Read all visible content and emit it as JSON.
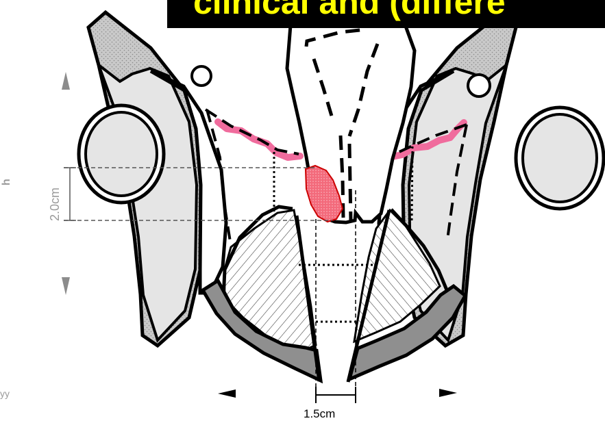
{
  "header": {
    "title": "clinical and (differe"
  },
  "labels": {
    "height_axis": "h",
    "vertical_measure": "2.0cm",
    "horizontal_measure": "1.5cm",
    "corner_fragment": "yy"
  },
  "colors": {
    "title_background": "#000000",
    "title_text": "#ffff00",
    "lesion_fill": "#f36a7b",
    "pink_line": "#f06c9d",
    "dark_wedge": "#8f8f8f",
    "light_fill": "#e5e5e5",
    "stipple_fill": "#c9c9c9"
  }
}
